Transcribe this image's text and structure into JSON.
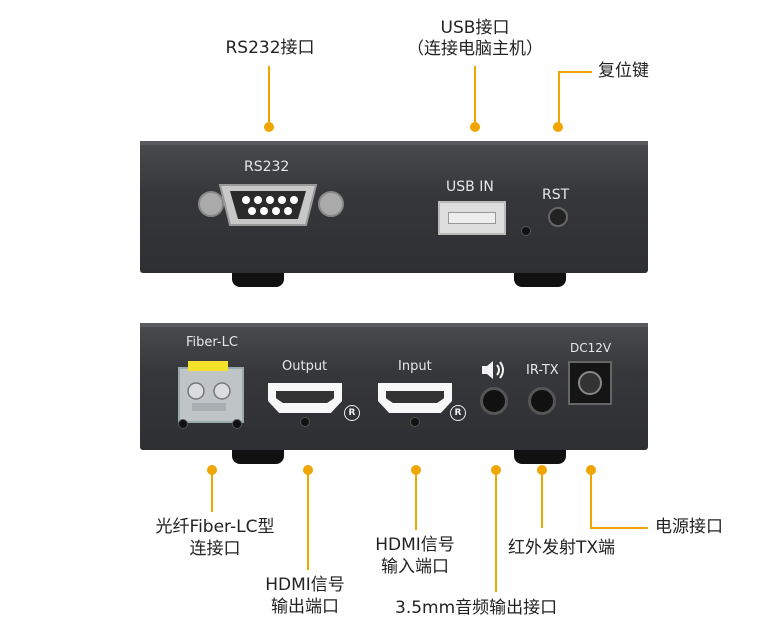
{
  "callouts_top": {
    "rs232": "RS232接口",
    "usb_line1": "USB接口",
    "usb_line2": "（连接电脑主机）",
    "reset": "复位键"
  },
  "callouts_bottom": {
    "fiber_line1": "光纤Fiber-LC型",
    "fiber_line2": "连接口",
    "hdmi_out_line1": "HDMI信号",
    "hdmi_out_line2": "输出端口",
    "hdmi_in_line1": "HDMI信号",
    "hdmi_in_line2": "输入端口",
    "audio": "3.5mm音频输出接口",
    "irtx": "红外发射TX端",
    "power": "电源接口"
  },
  "front_panel": {
    "rs232_label": "RS232",
    "usb_label": "USB IN",
    "rst_label": "RST"
  },
  "rear_panel": {
    "fiber_label": "Fiber-LC",
    "output_label": "Output",
    "input_label": "Input",
    "irtx_label": "IR-TX",
    "dc_label": "DC12V",
    "reg_mark": "R"
  },
  "colors": {
    "accent": "#f0a500",
    "panel": "#36373a",
    "sfp_latch": "#f4e22a"
  }
}
